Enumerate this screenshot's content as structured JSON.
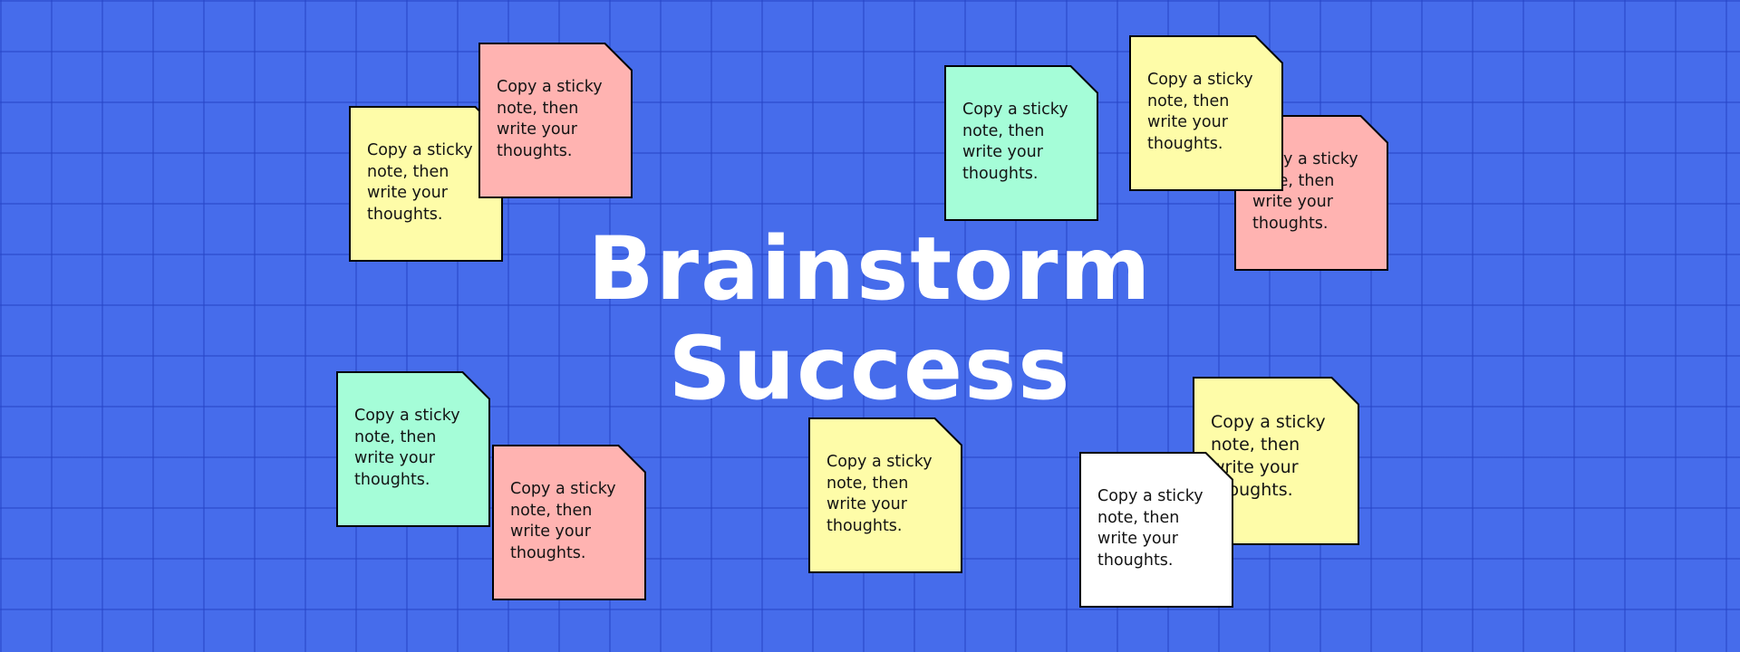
{
  "title": {
    "line1": "Brainstorm",
    "line2": "Success"
  },
  "colors": {
    "background": "#466ceb",
    "grid": "#2a46c8",
    "yellow": "#fefca8",
    "pink": "#ffb3b1",
    "mint": "#a5fdd8",
    "white": "#ffffff"
  },
  "notes": [
    {
      "color": "yellow",
      "text": "Copy a sticky\nnote, then\nwrite your\nthoughts."
    },
    {
      "color": "pink",
      "text": "Copy a sticky\nnote, then\nwrite your\nthoughts."
    },
    {
      "color": "mint",
      "text": "Copy a sticky\nnote, then\nwrite your\nthoughts."
    },
    {
      "color": "pink",
      "text": "Copy a sticky\nnote, then\nwrite your\nthoughts."
    },
    {
      "color": "yellow",
      "text": "Copy a sticky\nnote, then\nwrite your\nthoughts."
    },
    {
      "color": "mint",
      "text": "Copy a sticky\nnote, then\nwrite your\nthoughts."
    },
    {
      "color": "pink",
      "text": "Copy a sticky\nnote, then\nwrite your\nthoughts."
    },
    {
      "color": "yellow",
      "text": "Copy a sticky\nnote, then\nwrite your\nthoughts."
    },
    {
      "color": "yellow",
      "text": "Copy a sticky\nnote, then\nwrite your\nthoughts."
    },
    {
      "color": "white",
      "text": "Copy a sticky\nnote, then\nwrite your\nthoughts."
    }
  ]
}
